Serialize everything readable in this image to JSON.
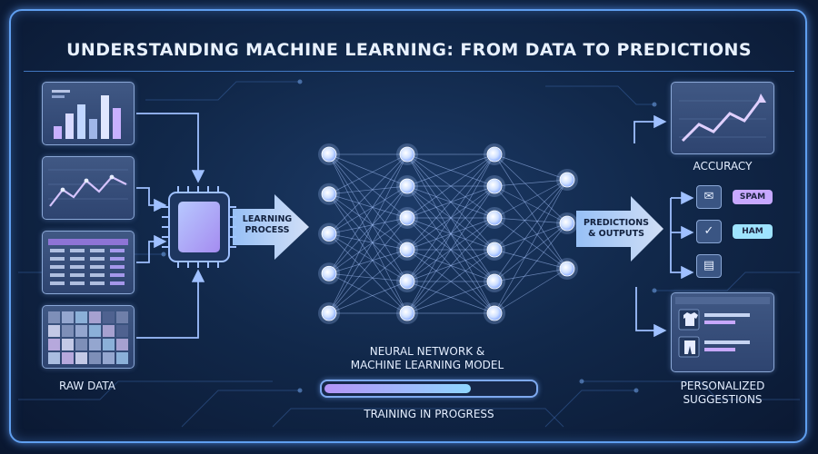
{
  "title": "UNDERSTANDING MACHINE LEARNING: FROM DATA TO PREDICTIONS",
  "inputs": {
    "label": "RAW DATA",
    "panels": [
      "bar-chart",
      "line-chart",
      "data-table",
      "image-grid"
    ]
  },
  "learning_arrow": {
    "line1": "LEARNING",
    "line2": "PROCESS"
  },
  "network": {
    "label_line1": "NEURAL NETWORK &",
    "label_line2": "MACHINE LEARNING MODEL",
    "layers": [
      5,
      6,
      6,
      3
    ]
  },
  "output_arrow": {
    "line1": "PREDICTIONS",
    "line2": "& OUTPUTS"
  },
  "outputs": {
    "accuracy_label": "ACCURACY",
    "classification": [
      {
        "icon": "envelope-icon",
        "tag": "SPAM"
      },
      {
        "icon": "check-icon",
        "tag": "HAM"
      },
      {
        "icon": "document-icon",
        "tag": ""
      }
    ],
    "suggestions_label_line1": "PERSONALIZED",
    "suggestions_label_line2": "SUGGESTIONS"
  },
  "progress": {
    "label": "TRAINING IN PROGRESS",
    "fraction": 0.7
  },
  "colors": {
    "frame": "#5f9ff0",
    "node": "#cfe0ff",
    "arrow": "#9fc0ff",
    "spam": "#c7a8ff",
    "ham": "#9ee3ff"
  }
}
